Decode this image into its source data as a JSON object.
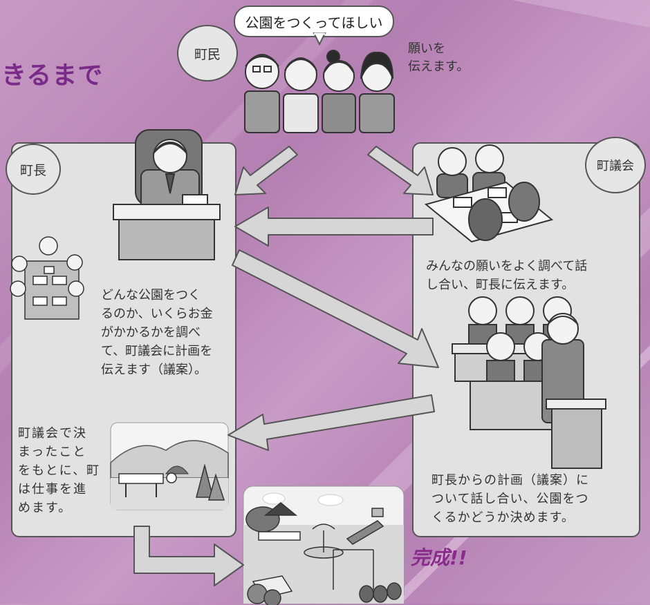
{
  "title": "きるまで",
  "done_label": "完成!!",
  "bubble": "公園をつくってほしい",
  "residents": {
    "label": "町民",
    "text": [
      "願いを",
      "伝えます。"
    ]
  },
  "mayor": {
    "label": "町長",
    "text1": [
      "どんな公園をつく",
      "るのか、いくらお金",
      "がかかるかを調べ",
      "て、町議会に計画を",
      "伝えます（議案）。"
    ],
    "text2": [
      "町議会で決",
      "まったこと",
      "をもとに、町",
      "は仕事を進",
      "めます。"
    ]
  },
  "council": {
    "label": "町議会",
    "text1": [
      "みんなの願いをよく調べて話",
      "し合い、町長に伝えます。"
    ],
    "text2": [
      "町長からの計画（議案）に",
      "ついて話し合い、公園をつ",
      "くるかどうか決めます。"
    ]
  },
  "colors": {
    "accent": "#7a2a88",
    "panel": "#e2e2e2",
    "arrow": "#d6d6d6",
    "stroke": "#555555"
  }
}
